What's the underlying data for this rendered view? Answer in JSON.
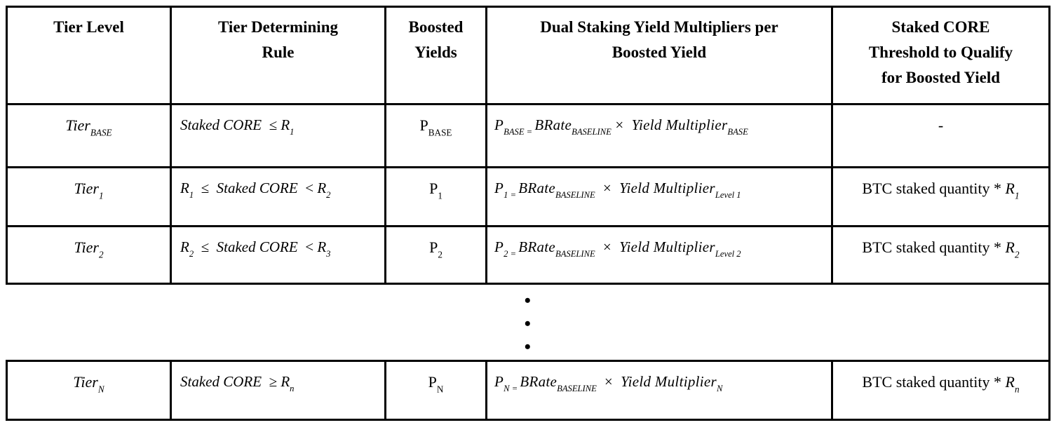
{
  "page": {
    "background_color": "#ffffff",
    "border_color": "#000000",
    "text_color": "#000000"
  },
  "table": {
    "headers": [
      {
        "label": "Tier Level"
      },
      {
        "label": "Tier Determining\nRule"
      },
      {
        "label": "Boosted\nYields"
      },
      {
        "label": "Dual Staking Yield Multipliers per\nBoosted Yield"
      },
      {
        "label": "Staked CORE\nThreshold to Qualify\nfor Boosted Yield"
      }
    ],
    "ellipsis": "•\n•\n•",
    "rows": [
      {
        "tier": [
          {
            "t": "Tier",
            "i": true
          },
          {
            "t": "BASE",
            "i": true,
            "sub": true
          }
        ],
        "rule": [
          {
            "t": "Staked CORE  ",
            "i": true
          },
          {
            "t": "≤ "
          },
          {
            "t": "R",
            "i": true
          },
          {
            "t": "1",
            "i": true,
            "sub": true
          }
        ],
        "boosted": [
          {
            "t": "P"
          },
          {
            "t": "BASE",
            "sub": true
          }
        ],
        "multiplier": [
          {
            "t": "P",
            "i": true
          },
          {
            "t": "BASE = ",
            "i": true,
            "sub": true
          },
          {
            "t": "BRate",
            "i": true
          },
          {
            "t": "BASELINE",
            "i": true,
            "sub": true
          },
          {
            "t": " × "
          },
          {
            "t": " Yield Multiplier",
            "i": true
          },
          {
            "t": "BASE",
            "i": true,
            "sub": true
          }
        ],
        "threshold": [
          {
            "t": "-"
          }
        ]
      },
      {
        "tier": [
          {
            "t": "Tier",
            "i": true
          },
          {
            "t": "1",
            "i": true,
            "sub": true
          }
        ],
        "rule": [
          {
            "t": "R",
            "i": true
          },
          {
            "t": "1",
            "i": true,
            "sub": true
          },
          {
            "t": "  ≤  "
          },
          {
            "t": "Staked CORE",
            "i": true
          },
          {
            "t": "  < "
          },
          {
            "t": "R",
            "i": true
          },
          {
            "t": "2",
            "i": true,
            "sub": true
          }
        ],
        "boosted": [
          {
            "t": "P"
          },
          {
            "t": "1",
            "sub": true
          }
        ],
        "multiplier": [
          {
            "t": "P",
            "i": true
          },
          {
            "t": "1 = ",
            "i": true,
            "sub": true
          },
          {
            "t": "BRate",
            "i": true
          },
          {
            "t": "BASELINE",
            "i": true,
            "sub": true
          },
          {
            "t": "  × "
          },
          {
            "t": " Yield Multiplier",
            "i": true
          },
          {
            "t": "Level 1",
            "i": true,
            "sub": true
          }
        ],
        "threshold": [
          {
            "t": "BTC staked quantity * "
          },
          {
            "t": "R",
            "i": true
          },
          {
            "t": "1",
            "i": true,
            "sub": true
          }
        ]
      },
      {
        "tier": [
          {
            "t": "Tier",
            "i": true
          },
          {
            "t": "2",
            "i": true,
            "sub": true
          }
        ],
        "rule": [
          {
            "t": "R",
            "i": true
          },
          {
            "t": "2",
            "i": true,
            "sub": true
          },
          {
            "t": "  ≤  "
          },
          {
            "t": "Staked CORE",
            "i": true
          },
          {
            "t": "  < "
          },
          {
            "t": "R",
            "i": true
          },
          {
            "t": "3",
            "i": true,
            "sub": true
          }
        ],
        "boosted": [
          {
            "t": "P"
          },
          {
            "t": "2",
            "sub": true
          }
        ],
        "multiplier": [
          {
            "t": "P",
            "i": true
          },
          {
            "t": "2 = ",
            "i": true,
            "sub": true
          },
          {
            "t": "BRate",
            "i": true
          },
          {
            "t": "BASELINE",
            "i": true,
            "sub": true
          },
          {
            "t": "  × "
          },
          {
            "t": " Yield Multiplier",
            "i": true
          },
          {
            "t": "Level 2",
            "i": true,
            "sub": true
          }
        ],
        "threshold": [
          {
            "t": "BTC staked quantity * "
          },
          {
            "t": "R",
            "i": true
          },
          {
            "t": "2",
            "i": true,
            "sub": true
          }
        ]
      },
      {
        "tier": [
          {
            "t": "Tier",
            "i": true
          },
          {
            "t": "N",
            "i": true,
            "sub": true
          }
        ],
        "rule": [
          {
            "t": "Staked CORE  ",
            "i": true
          },
          {
            "t": "≥ "
          },
          {
            "t": "R",
            "i": true
          },
          {
            "t": "n",
            "i": true,
            "sub": true
          }
        ],
        "boosted": [
          {
            "t": "P"
          },
          {
            "t": "N",
            "sub": true
          }
        ],
        "multiplier": [
          {
            "t": "P",
            "i": true
          },
          {
            "t": "N = ",
            "i": true,
            "sub": true
          },
          {
            "t": "BRate",
            "i": true
          },
          {
            "t": "BASELINE",
            "i": true,
            "sub": true
          },
          {
            "t": "  × "
          },
          {
            "t": " Yield Multiplier",
            "i": true
          },
          {
            "t": "N",
            "i": true,
            "sub": true
          }
        ],
        "threshold": [
          {
            "t": "BTC staked quantity * "
          },
          {
            "t": "R",
            "i": true
          },
          {
            "t": "n",
            "i": true,
            "sub": true
          }
        ]
      }
    ]
  }
}
